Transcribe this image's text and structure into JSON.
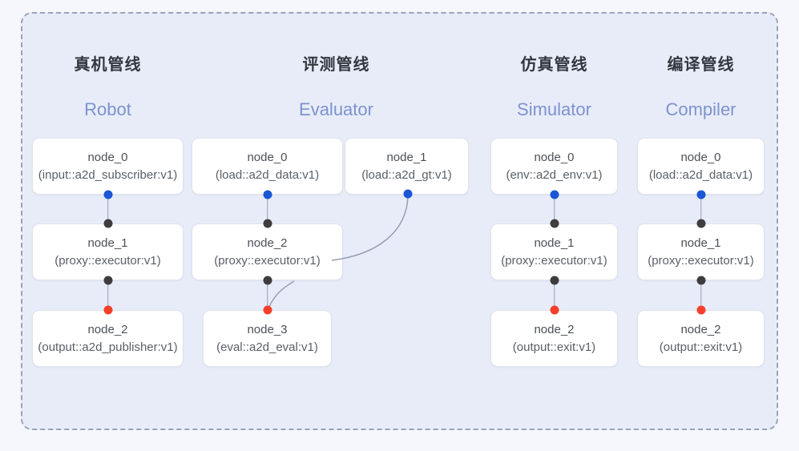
{
  "diagram": {
    "background_color": "#f5f7fc",
    "panel_color": "#e7ecf8",
    "panel_border_color": "#9aa3b5",
    "accent_color": "#7d92cf",
    "port_colors": {
      "input": "#1a56d6",
      "middle": "#3d3d3d",
      "output": "#f4402a"
    }
  },
  "columns": [
    {
      "title": "真机管线",
      "subtitle": "Robot",
      "nodes": [
        {
          "name": "node_0",
          "spec": "(input::a2d_subscriber:v1)"
        },
        {
          "name": "node_1",
          "spec": "(proxy::executor:v1)"
        },
        {
          "name": "node_2",
          "spec": "(output::a2d_publisher:v1)"
        }
      ]
    },
    {
      "title": "评测管线",
      "subtitle": "Evaluator",
      "nodes": [
        {
          "name": "node_0",
          "spec": "(load::a2d_data:v1)"
        },
        {
          "name": "node_1",
          "spec": "(load::a2d_gt:v1)"
        },
        {
          "name": "node_2",
          "spec": "(proxy::executor:v1)"
        },
        {
          "name": "node_3",
          "spec": "(eval::a2d_eval:v1)"
        }
      ]
    },
    {
      "title": "仿真管线",
      "subtitle": "Simulator",
      "nodes": [
        {
          "name": "node_0",
          "spec": "(env::a2d_env:v1)"
        },
        {
          "name": "node_1",
          "spec": "(proxy::executor:v1)"
        },
        {
          "name": "node_2",
          "spec": "(output::exit:v1)"
        }
      ]
    },
    {
      "title": "编译管线",
      "subtitle": "Compiler",
      "nodes": [
        {
          "name": "node_0",
          "spec": "(load::a2d_data:v1)"
        },
        {
          "name": "node_1",
          "spec": "(proxy::executor:v1)"
        },
        {
          "name": "node_2",
          "spec": "(output::exit:v1)"
        }
      ]
    }
  ]
}
